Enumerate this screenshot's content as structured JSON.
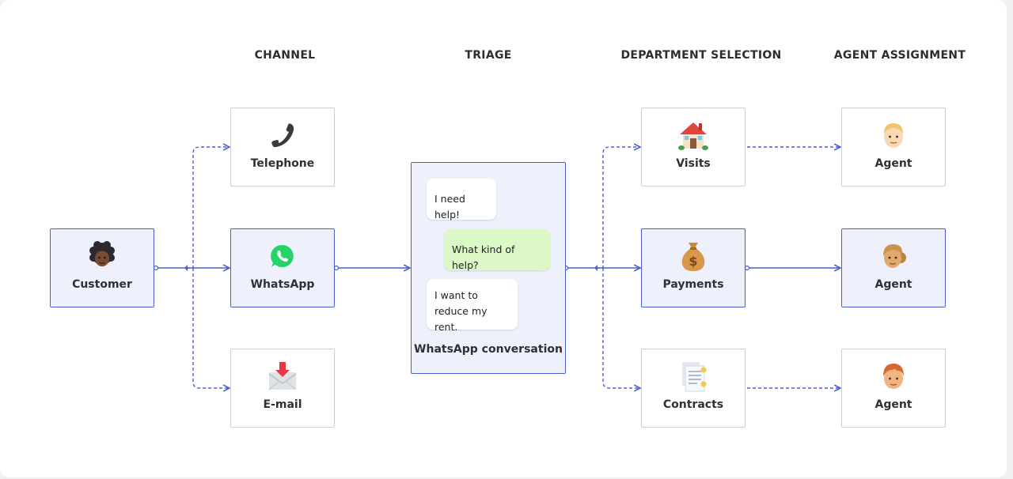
{
  "columns": {
    "channel": "CHANNEL",
    "triage": "TRIAGE",
    "department": "DEPARTMENT SELECTION",
    "agent": "AGENT ASSIGNMENT"
  },
  "customer": {
    "label": "Customer",
    "icon": "customer-avatar-icon"
  },
  "channels": [
    {
      "label": "Telephone",
      "icon": "telephone-icon",
      "active": false
    },
    {
      "label": "WhatsApp",
      "icon": "whatsapp-icon",
      "active": true
    },
    {
      "label": "E-mail",
      "icon": "email-inbox-icon",
      "active": false
    }
  ],
  "triage": {
    "label": "WhatsApp conversation",
    "messages": [
      {
        "text": "I need help!",
        "direction": "incoming"
      },
      {
        "text": "What kind of help?",
        "direction": "outgoing"
      },
      {
        "text": "I want to reduce my rent.",
        "direction": "incoming"
      }
    ]
  },
  "departments": [
    {
      "label": "Visits",
      "icon": "house-icon",
      "active": false
    },
    {
      "label": "Payments",
      "icon": "money-bag-icon",
      "active": true
    },
    {
      "label": "Contracts",
      "icon": "contract-document-icon",
      "active": false
    }
  ],
  "agents": [
    {
      "label": "Agent",
      "icon": "agent-avatar-icon",
      "active": false
    },
    {
      "label": "Agent",
      "icon": "agent-avatar-icon",
      "active": true
    },
    {
      "label": "Agent",
      "icon": "agent-avatar-icon",
      "active": false
    }
  ],
  "colors": {
    "accent": "#4b5fc9",
    "active_fill": "#eef0fb",
    "whatsapp_green": "#25d366",
    "outgoing_bubble": "#dcf8c6"
  }
}
